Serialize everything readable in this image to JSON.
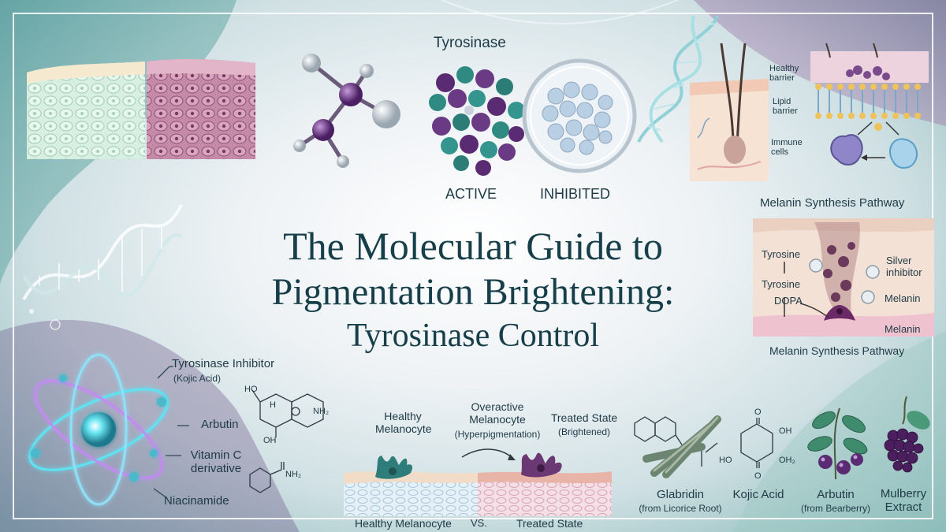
{
  "title": {
    "line1": "The Molecular Guide to",
    "line2": "Pigmentation Brightening:",
    "line3": "Tyrosinase Control"
  },
  "enzyme": {
    "heading": "Tyrosinase",
    "active_label": "ACTIVE",
    "inhibited_label": "INHIBITED"
  },
  "skin_barrier": {
    "healthy_barrier": "Healthy barrier",
    "lipid_barrier": "Lipid barrier",
    "immune_cells": "Immune cells"
  },
  "pathway": {
    "heading_top": "Melanin Synthesis Pathway",
    "heading_bottom": "Melanin Synthesis Pathway",
    "tyrosine_1": "Tyrosine",
    "tyrosine_2": "Tyrosine",
    "dopa": "DOPA",
    "silver_inhibitor": "Silver inhibitor",
    "melanin_1": "Melanin",
    "melanin_2": "Melanin"
  },
  "actives": {
    "tyrosinase_inhibitor": "Tyrosinase Inhibitor",
    "kojic_acid_paren": "(Kojic Acid)",
    "arbutin": "Arbutin",
    "vitamin_c": "Vitamin C derivative",
    "niacinamide": "Niacinamide",
    "formula_ho": "HO",
    "formula_h": "H",
    "formula_nh2": "NH₂",
    "formula_oh": "OH",
    "formula_nh2_b": "NH₂"
  },
  "melanocyte": {
    "healthy": "Healthy Melanocyte",
    "overactive": "Overactive Melanocyte",
    "hyperpigmentation": "(Hyperpigmentation)",
    "treated": "Treated State",
    "brightened": "(Brightened)",
    "bottom_healthy": "Healthy Melanocyte",
    "vs": "VS.",
    "bottom_treated": "Treated State"
  },
  "botanicals": {
    "glabridin": "Glabridin",
    "glabridin_src": "(from Licorice Root)",
    "kojic_acid": "Kojic Acid",
    "kojic_o": "O",
    "kojic_oh": "OH",
    "kojic_ho": "HO",
    "kojic_oh2": "OH₂",
    "arbutin": "Arbutin",
    "arbutin_src": "(from Bearberry)",
    "mulberry": "Mulberry Extract"
  },
  "colors": {
    "teal": "#2e8a86",
    "purple": "#6a3c7a",
    "title": "#173f4a",
    "neon": "#53e0f0"
  }
}
